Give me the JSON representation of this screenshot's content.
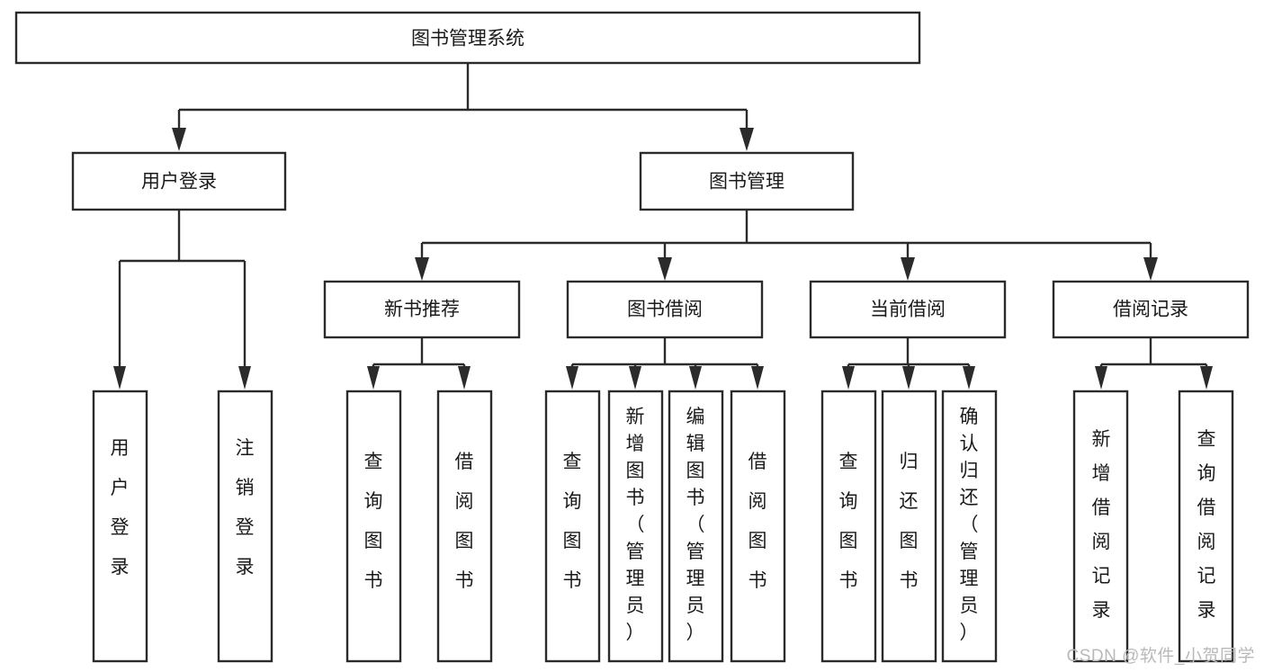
{
  "diagram": {
    "type": "tree-hierarchy-chart",
    "title": "图书管理系统",
    "background_color": "#ffffff",
    "line_color": "#2b2b2b",
    "text_color": "#1a1a1a"
  },
  "root": {
    "label": "图书管理系统"
  },
  "level2": [
    {
      "id": "user-login",
      "label": "用户登录"
    },
    {
      "id": "book-management",
      "label": "图书管理"
    }
  ],
  "level3": [
    {
      "id": "new-book-recommend",
      "label": "新书推荐"
    },
    {
      "id": "book-borrow",
      "label": "图书借阅"
    },
    {
      "id": "current-borrow",
      "label": "当前借阅"
    },
    {
      "id": "borrow-record",
      "label": "借阅记录"
    }
  ],
  "leaves": {
    "user_login": [
      {
        "id": "leaf-user-login",
        "label": "用户登录"
      },
      {
        "id": "leaf-logout-login",
        "label": "注销登录"
      }
    ],
    "new_book_recommend": [
      {
        "id": "leaf-query-book-1",
        "label": "查询图书"
      },
      {
        "id": "leaf-borrow-book-1",
        "label": "借阅图书"
      }
    ],
    "book_borrow": [
      {
        "id": "leaf-query-book-2",
        "label": "查询图书"
      },
      {
        "id": "leaf-add-book",
        "label": "新增图书（管理员）"
      },
      {
        "id": "leaf-edit-book",
        "label": "编辑图书（管理员）"
      },
      {
        "id": "leaf-borrow-book-2",
        "label": "借阅图书"
      }
    ],
    "current_borrow": [
      {
        "id": "leaf-query-book-3",
        "label": "查询图书"
      },
      {
        "id": "leaf-return-book",
        "label": "归还图书"
      },
      {
        "id": "leaf-confirm-return",
        "label": "确认归还（管理员）"
      }
    ],
    "borrow_record": [
      {
        "id": "leaf-add-borrow-record",
        "label": "新增借阅记录"
      },
      {
        "id": "leaf-query-borrow-record",
        "label": "查询借阅记录"
      }
    ]
  },
  "watermark": {
    "text": "CSDN @软件_小贺同学"
  }
}
